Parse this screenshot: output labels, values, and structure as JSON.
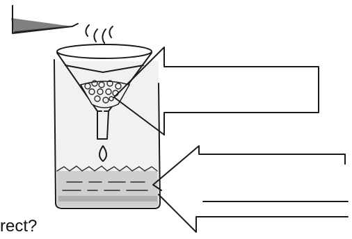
{
  "caption": "rect?",
  "colors": {
    "ink": "#1a1a1a",
    "liquid": "#cfcfcf",
    "liquid_dark": "#9a9a9a",
    "beaker_shade": "#e6e6e6",
    "background": "#ffffff"
  },
  "parts": [
    "pouring-container",
    "droplets",
    "filter-funnel",
    "residue",
    "filtrate-drop",
    "beaker",
    "filtrate-liquid",
    "arrow-funnel",
    "arrow-liquid-upper",
    "arrow-liquid-lower"
  ]
}
